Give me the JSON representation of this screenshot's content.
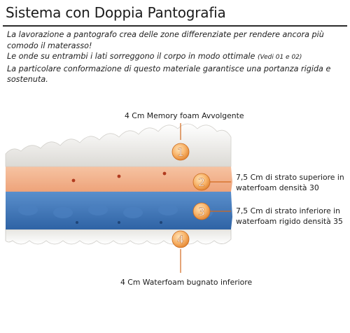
{
  "title": "Sistema con Doppia Pantografia",
  "intro": {
    "line1": "La lavorazione a pantografo crea delle zone differenziate per rendere ancora più comodo il materasso!",
    "line2": "Le onde su entrambi i lati sorreggono il corpo in modo ottimale",
    "line2_ref": "(Vedi 01 e 02)",
    "line3": "La particolare conformazione di questo materiale garantisce una portanza rigida e sostenuta."
  },
  "layers": [
    {
      "number": "1",
      "label": "4 Cm Memory foam Avvolgente"
    },
    {
      "number": "2",
      "label": "7,5 Cm di strato superiore in waterfoam densità 30"
    },
    {
      "number": "3",
      "label": "7,5 Cm di strato inferiore in waterfoam rigido densità 35"
    },
    {
      "number": "4",
      "label": "4 Cm Waterfoam bugnato inferiore"
    }
  ],
  "colors": {
    "memory_foam": "#f4f2ee",
    "upper_foam": "#f2b08a",
    "lower_foam": "#3f73b4",
    "bottom_foam": "#f3f2ef",
    "badge": "#f6a35a",
    "leader": "#d2691e"
  }
}
